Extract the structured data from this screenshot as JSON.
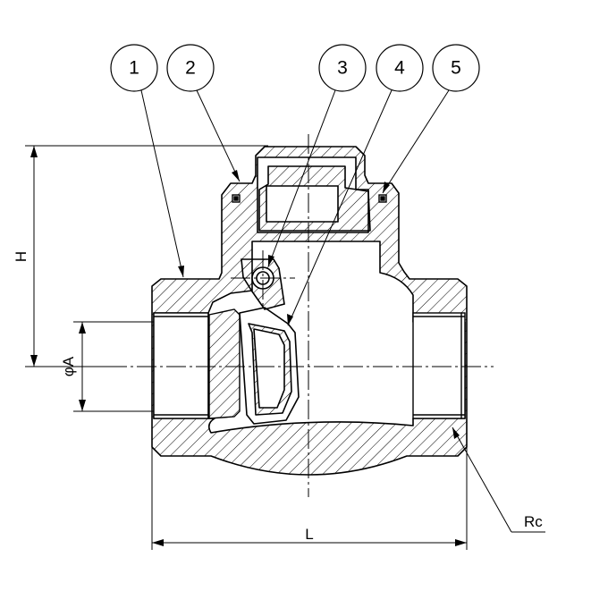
{
  "balloons": [
    "1",
    "2",
    "3",
    "4",
    "5"
  ],
  "dimensions": {
    "height": "H",
    "diameter": "φA",
    "length": "L",
    "thread": "Rc"
  },
  "colors": {
    "line": "#000000",
    "background": "#ffffff"
  }
}
